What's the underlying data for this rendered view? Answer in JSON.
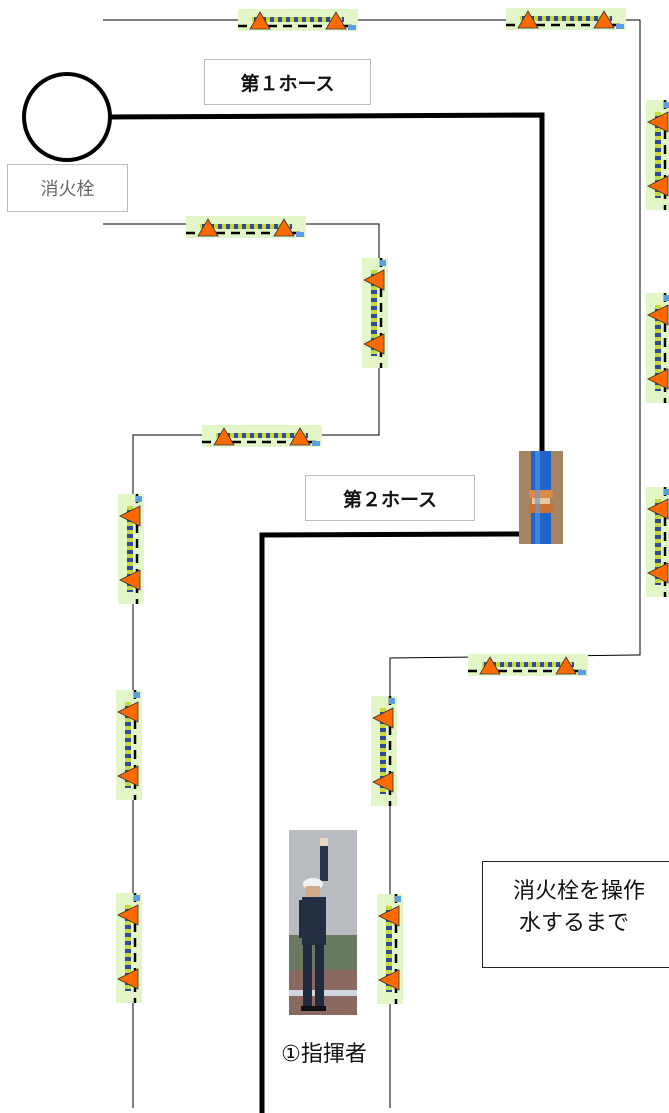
{
  "labels": {
    "hose1": "第１ホース",
    "hose2": "第２ホース",
    "hydrant": "消火栓",
    "commander": "①指揮者"
  },
  "note": {
    "line1": "消火栓を操作",
    "line2": "水するまで"
  },
  "photos": {
    "coupling": "hose-coupling-photo",
    "commander": "commander-signaling-photo"
  },
  "icons": {
    "barrier": "cone-barrier-icon",
    "hydrant": "hydrant-circle-icon"
  },
  "colors": {
    "hose": "#000000",
    "cone": "#ff6a00",
    "barrier_pad": "#e3f6c8",
    "stripe_a": "#2f4a9a",
    "stripe_b": "#c8d93a",
    "coupling_blue": "#1f64c8",
    "coupling_copper": "#c8723a"
  }
}
